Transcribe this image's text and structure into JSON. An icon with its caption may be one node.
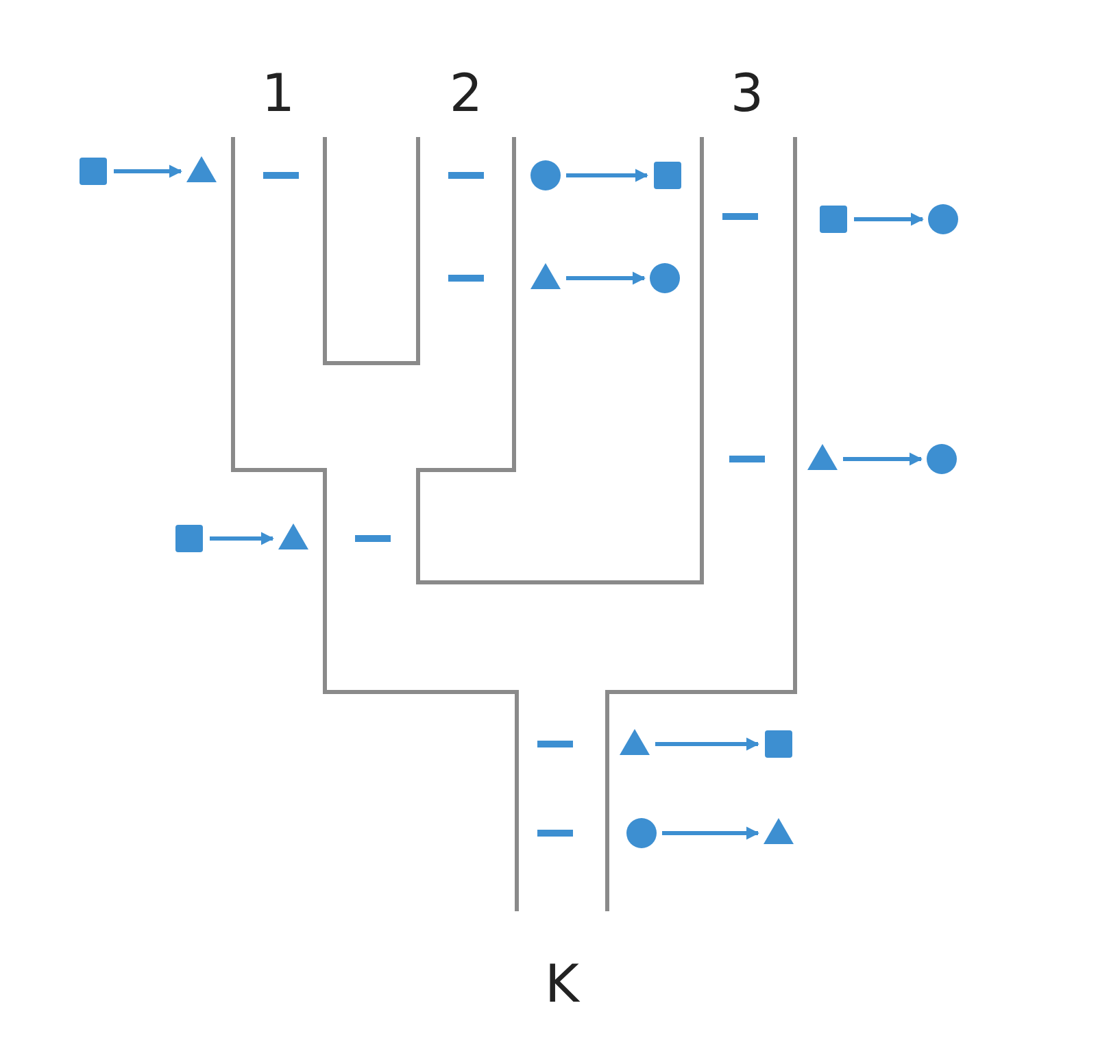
{
  "diagram": {
    "nodes": [
      {
        "text": [],
        "shape": "square"
      },
      {
        "text": [],
        "shape": "triangle"
      },
      {
        "text": [],
        "shape": "circle"
      },
      {
        "text": [],
        "shape": "square"
      },
      {
        "text": [],
        "shape": "square"
      },
      {
        "text": [],
        "shape": "circle"
      },
      {
        "text": [],
        "shape": "triangle"
      },
      {
        "text": [],
        "shape": "circle"
      },
      {
        "text": [],
        "shape": "triangle"
      },
      {
        "text": [],
        "shape": "circle"
      },
      {
        "text": [],
        "shape": "square"
      },
      {
        "text": [],
        "shape": "triangle"
      },
      {
        "text": [],
        "shape": "triangle"
      },
      {
        "text": [],
        "shape": "square"
      },
      {
        "text": [],
        "shape": "circle"
      },
      {
        "text": [],
        "shape": "triangle"
      }
    ],
    "edges": [
      {
        "from": 0,
        "to": 1,
        "arrow": "to"
      },
      {
        "from": 2,
        "to": 3,
        "arrow": "to"
      },
      {
        "from": 4,
        "to": 5,
        "arrow": "to"
      },
      {
        "from": 6,
        "to": 7,
        "arrow": "to"
      },
      {
        "from": 8,
        "to": 9,
        "arrow": "to"
      },
      {
        "from": 10,
        "to": 11,
        "arrow": "to"
      },
      {
        "from": 12,
        "to": 13,
        "arrow": "to"
      },
      {
        "from": 14,
        "to": 15,
        "arrow": "to"
      }
    ],
    "labels": [
      "1",
      "2",
      "3",
      "K"
    ]
  }
}
